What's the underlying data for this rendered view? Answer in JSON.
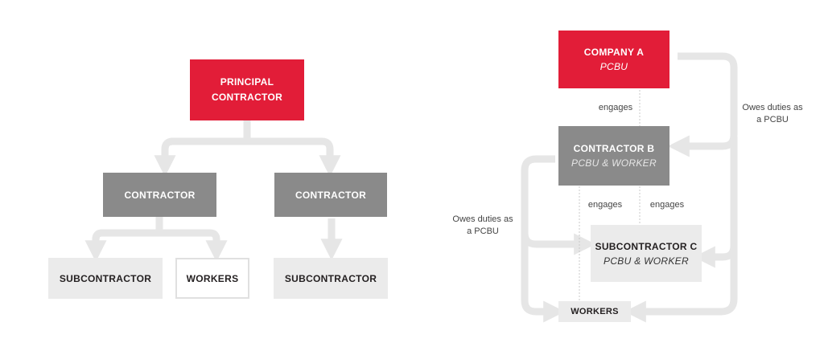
{
  "left_diagram": {
    "principal": "PRINCIPAL CONTRACTOR",
    "contractor_1": "CONTRACTOR",
    "contractor_2": "CONTRACTOR",
    "subcontractor_1": "SUBCONTRACTOR",
    "workers": "WORKERS",
    "subcontractor_2": "SUBCONTRACTOR"
  },
  "right_diagram": {
    "company_a": {
      "title": "COMPANY A",
      "role": "PCBU"
    },
    "contractor_b": {
      "title": "CONTRACTOR B",
      "role": "PCBU & WORKER"
    },
    "subcontractor_c": {
      "title": "SUBCONTRACTOR C",
      "role": "PCBU & WORKER"
    },
    "workers": "WORKERS",
    "engages_1": "engages",
    "engages_2": "engages",
    "engages_3": "engages",
    "owes_duties_right": "Owes duties as a PCBU",
    "owes_duties_left": "Owes duties as a PCBU"
  },
  "colors": {
    "red": "#e21d38",
    "dark_grey": "#8a8a8a",
    "light_grey": "#ebebeb",
    "arrow": "#e6e6e6"
  }
}
